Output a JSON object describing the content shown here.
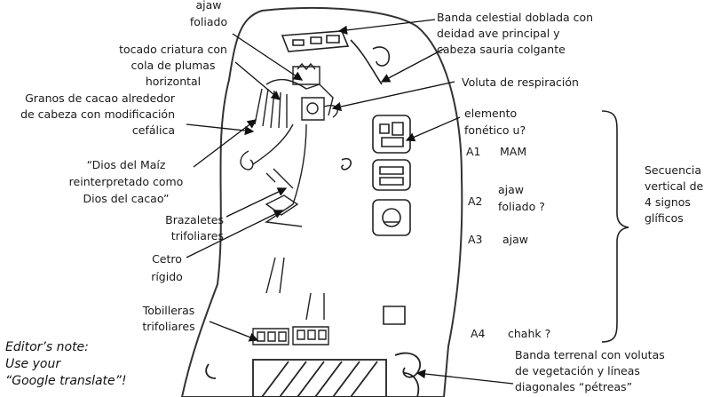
{
  "labels": {
    "ajaw_foliado": [
      "ajaw",
      "foliado"
    ],
    "tocado": [
      "tocado criatura con",
      "cola de plumas",
      "horizontal"
    ],
    "granos": [
      "Granos de cacao alrededor",
      "de cabeza con modificación",
      "cefálica"
    ],
    "dios_maiz": [
      "“Dios del Maíz",
      "reinterpretado como",
      "Dios del cacao”"
    ],
    "brazaletes": [
      "Brazaletes",
      "trifoliares"
    ],
    "cetro": [
      "Cetro",
      "rígido"
    ],
    "tobilleras": [
      "Tobilleras",
      "trifoliares"
    ],
    "banda_celestial": [
      "Banda celestial doblada con",
      "deidad ave principal y",
      "cabeza sauria colgante"
    ],
    "voluta": "Voluta de respiración",
    "elemento": [
      "elemento",
      "fonético u?"
    ],
    "secuencia": [
      "Secuencia",
      "vertical de",
      "4 signos",
      "glíficos"
    ],
    "banda_terrenal": [
      "Banda terrenal con volutas",
      "de vegetación y líneas",
      "diagonales “pétreas”"
    ]
  },
  "glyphs": [
    {
      "id": "A1",
      "reading": "MAM"
    },
    {
      "id": "A2",
      "reading": [
        "ajaw",
        "foliado ?"
      ]
    },
    {
      "id": "A3",
      "reading": "ajaw"
    },
    {
      "id": "A4",
      "reading": "chahk ?"
    }
  ],
  "editor_note": [
    "Editor’s note:",
    "Use your",
    "“Google translate”!"
  ]
}
